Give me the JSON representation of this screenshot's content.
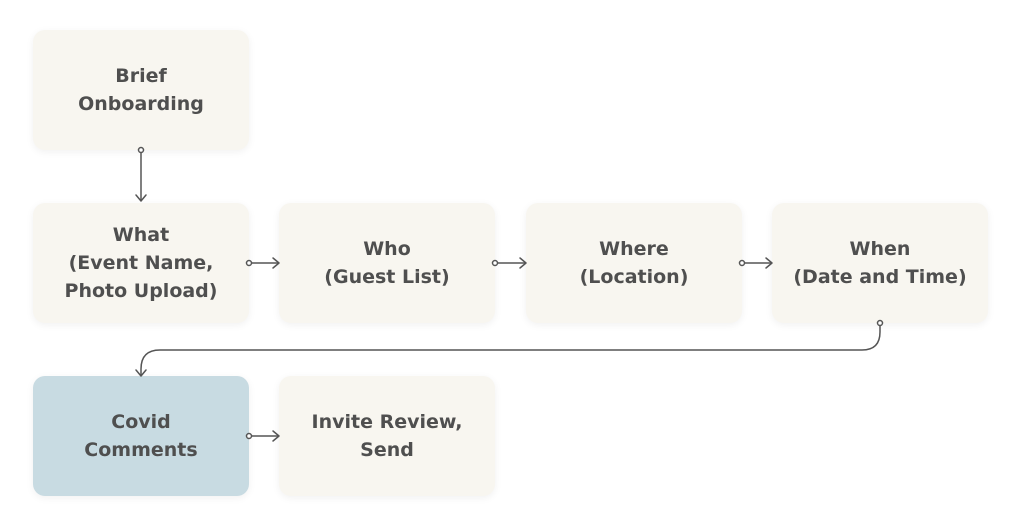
{
  "nodes": {
    "brief_onboarding": "Brief\nOnboarding",
    "what": "What\n(Event Name,\nPhoto Upload)",
    "who": "Who\n(Guest List)",
    "where": "Where\n(Location)",
    "when": "When\n(Date and Time)",
    "covid_comments": "Covid\nComments",
    "invite_review_send": "Invite Review,\nSend"
  },
  "colors": {
    "node_fill": "#f8f6f0",
    "highlight_fill": "#c8dbe2",
    "text": "#4f4f4f",
    "connector": "#555555"
  }
}
